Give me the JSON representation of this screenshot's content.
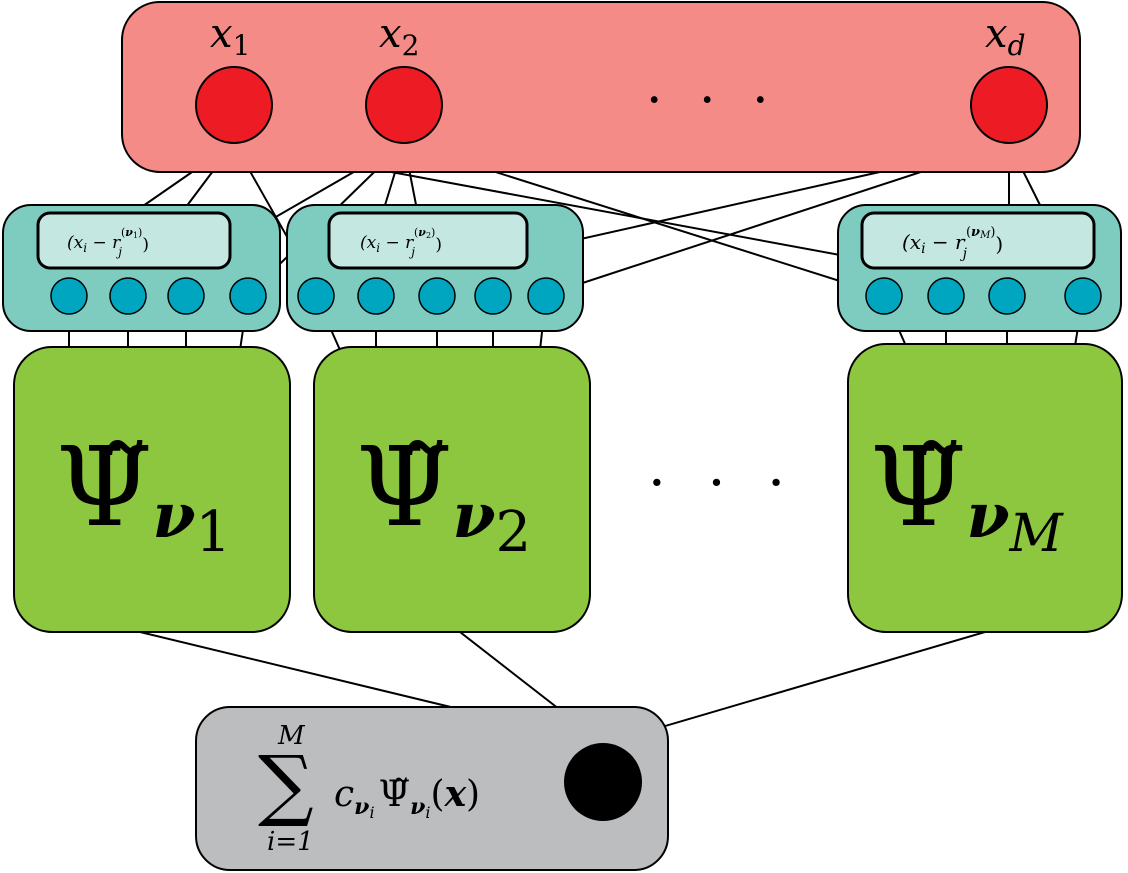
{
  "input_layer": {
    "nodes": [
      {
        "base": "x",
        "sub": "1"
      },
      {
        "base": "x",
        "sub": "2"
      },
      {
        "base": "x",
        "sub": "d"
      }
    ],
    "ellipsis": "· · ·"
  },
  "shift_blocks": [
    {
      "expr_open": "(x",
      "expr_i": "i",
      "expr_mid": " − r",
      "expr_j": "j",
      "expr_sup_nu": "ν",
      "expr_sup_sub": "1",
      "expr_close": ")"
    },
    {
      "expr_open": "(x",
      "expr_i": "i",
      "expr_mid": " − r",
      "expr_j": "j",
      "expr_sup_nu": "ν",
      "expr_sup_sub": "2",
      "expr_close": ")"
    },
    {
      "expr_open": "(x",
      "expr_i": "i",
      "expr_mid": " − r",
      "expr_j": "j",
      "expr_sup_nu": "ν",
      "expr_sup_sub": "M",
      "expr_close": ")"
    }
  ],
  "basis_blocks": [
    {
      "psi": "Ψ̃",
      "nu": "ν",
      "sub": "1"
    },
    {
      "psi": "Ψ̃",
      "nu": "ν",
      "sub": "2"
    },
    {
      "psi": "Ψ̃",
      "nu": "ν",
      "sub": "M"
    }
  ],
  "basis_ellipsis": "· · ·",
  "output": {
    "sum_symbol": "∑",
    "sum_upper": "M",
    "sum_lower": "i=1",
    "c": "c",
    "c_nu": "ν",
    "c_i": "i",
    "psi": "Ψ̃",
    "psi_nu": "ν",
    "psi_i": "i",
    "arg_open": "(",
    "arg_x": "x",
    "arg_close": ")"
  },
  "colors": {
    "input_band": "#f48b87",
    "input_node": "#ed1c24",
    "shift_band": "#7ecbbf",
    "shift_box": "#c4e7e1",
    "shift_node": "#00a6bf",
    "basis_box": "#8dc63f",
    "output_band": "#bcbdbf",
    "output_node": "#000000",
    "stroke": "#000000"
  }
}
